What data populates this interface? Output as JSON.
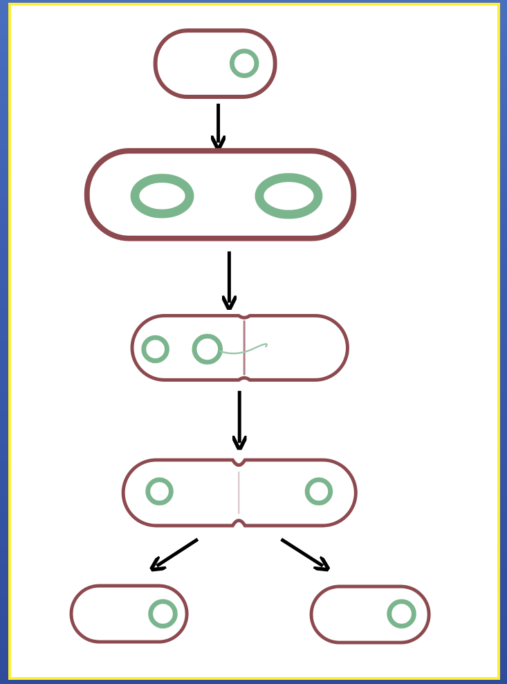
{
  "diagram": {
    "stages": [
      {
        "id": "parent-cell"
      },
      {
        "id": "elongated-cell-replicated-dna"
      },
      {
        "id": "septum-forming"
      },
      {
        "id": "cells-separating"
      },
      {
        "id": "daughter-cell-left"
      },
      {
        "id": "daughter-cell-right"
      }
    ],
    "colors": {
      "background": "#3c5cae",
      "frame_border": "#ffee33",
      "panel": "#ffffff",
      "cell_membrane": "#8c4a4f",
      "nucleoid": "#7bb58d",
      "arrow": "#000000"
    },
    "icons": [
      "down-arrow-icon",
      "diagonal-arrow-icon"
    ]
  }
}
